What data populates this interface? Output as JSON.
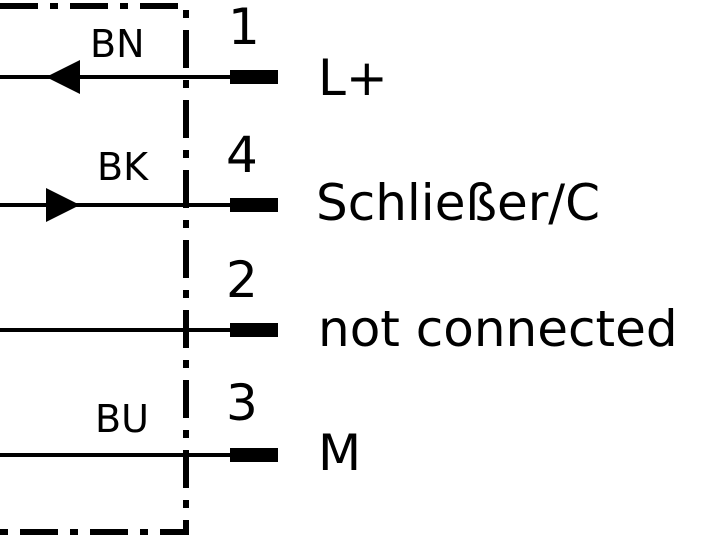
{
  "colors": {
    "line": "#000000",
    "background": "#ffffff"
  },
  "pins": [
    {
      "number": "1",
      "wire_color": "BN",
      "signal": "L+",
      "arrow": "in"
    },
    {
      "number": "4",
      "wire_color": "BK",
      "signal": "Schließer/C",
      "arrow": "out"
    },
    {
      "number": "2",
      "wire_color": "",
      "signal": "not connected",
      "arrow": "none"
    },
    {
      "number": "3",
      "wire_color": "BU",
      "signal": "M",
      "arrow": "none"
    }
  ]
}
